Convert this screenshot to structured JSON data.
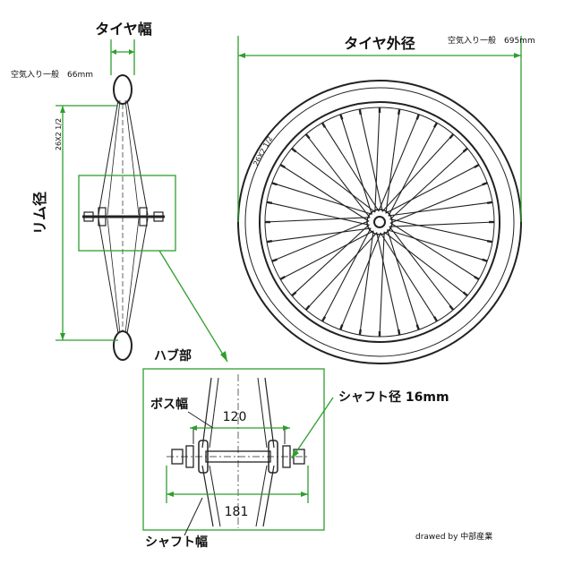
{
  "labels": {
    "tire_width": "タイヤ幅",
    "tire_outer_diameter": "タイヤ外径",
    "rim_diameter": "リム径",
    "hub_section": "ハブ部",
    "boss_width": "ボス幅",
    "shaft_diameter": "シャフト径 16mm",
    "shaft_width": "シャフト幅",
    "air_filled_left": "空気入り一般　66mm",
    "air_filled_right": "空気入り一般　695mm",
    "tire_size_left": "26X2 1/2",
    "tire_size_right": "26X2 1/2",
    "boss_value": "120",
    "shaft_value": "181",
    "credit": "drawed by 中部産業"
  },
  "colors": {
    "dimension": "#2e9e2e",
    "ink": "#222222",
    "background": "#ffffff"
  }
}
